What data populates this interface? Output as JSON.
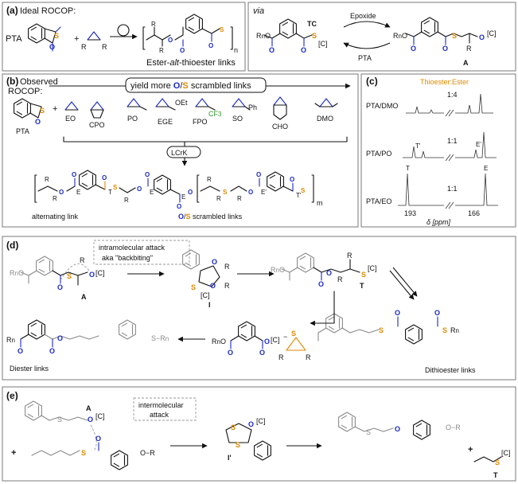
{
  "panel_a": {
    "letter": "a",
    "title": "Ideal ROCOP:",
    "pta": "PTA",
    "plus": "+",
    "r": "R",
    "n": "n",
    "links": "Ester-alt-thioester links",
    "via": "via",
    "tc": "TC",
    "c": "[C]",
    "epoxide": "Epoxide",
    "pta_back": "PTA",
    "ro": "R",
    "a": "A"
  },
  "panel_b": {
    "letter": "b",
    "title_1": "Observed",
    "title_2": "ROCOP:",
    "yield_box": "yield more O/S scrambled links",
    "monomers": [
      "EO",
      "CPO",
      "PO",
      "EGE",
      "FPO",
      "SO",
      "CHO",
      "DMO"
    ],
    "monomer_subs": {
      "ege": "OEt",
      "fpo": "CF",
      "fpo_sub": "3",
      "so": "Ph"
    },
    "pta": "PTA",
    "catalyst": "LCrK",
    "alternating": "alternating link",
    "scrambled": "O/S scrambled links",
    "m": "m",
    "e": "E",
    "t": "T",
    "tp": "T'",
    "ep": "E'"
  },
  "panel_c": {
    "letter": "c",
    "header": "Thioester:Ester",
    "spectra": [
      {
        "label": "PTA/DMO",
        "ratio": "1:4"
      },
      {
        "label": "PTA/PO",
        "ratio": "1:1"
      },
      {
        "label": "PTA/EO",
        "ratio": "1:1"
      }
    ],
    "axis_left": "193",
    "axis_right": "166",
    "axis_label": "δ [ppm]",
    "peaks": {
      "t": "T",
      "tp": "T'",
      "e": "E",
      "ep": "E'"
    }
  },
  "panel_d": {
    "letter": "d",
    "note_1": "intramolecular attack",
    "note_2": "aka \"backbiting\"",
    "a": "A",
    "i": "I",
    "t": "T",
    "c": "[C]",
    "rn": "R",
    "n": "n",
    "diester": "Diester links",
    "dithio": "Dithioester links"
  },
  "panel_e": {
    "letter": "e",
    "note_1": "intermolecular",
    "note_2": "attack",
    "a": "A",
    "ip": "I'",
    "t": "T",
    "c": "[C]",
    "plus": "+"
  },
  "colors": {
    "oxygen": "#1a28c8",
    "sulfur": "#e08a00",
    "grey": "#8a8a8a"
  }
}
